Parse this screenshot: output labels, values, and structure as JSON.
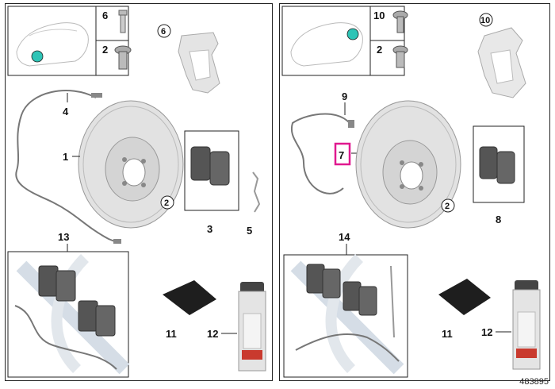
{
  "left": {
    "callouts": {
      "c1": "1",
      "c2": "2",
      "c2b": "2",
      "c3": "3",
      "c4": "4",
      "c5": "5",
      "c6": "6",
      "c6b": "6",
      "c11": "11",
      "c12": "12",
      "c13": "13"
    }
  },
  "right": {
    "callouts": {
      "c2": "2",
      "c2b": "2",
      "c7": "7",
      "c8": "8",
      "c9": "9",
      "c10": "10",
      "c10b": "10",
      "c11": "11",
      "c12": "12",
      "c14": "14"
    }
  },
  "diagram_number": "483895",
  "colors": {
    "highlight": "#e0198f",
    "marker": "#2ec4b6",
    "part_gray": "#c8c8c8",
    "dark_gray": "#555555"
  }
}
